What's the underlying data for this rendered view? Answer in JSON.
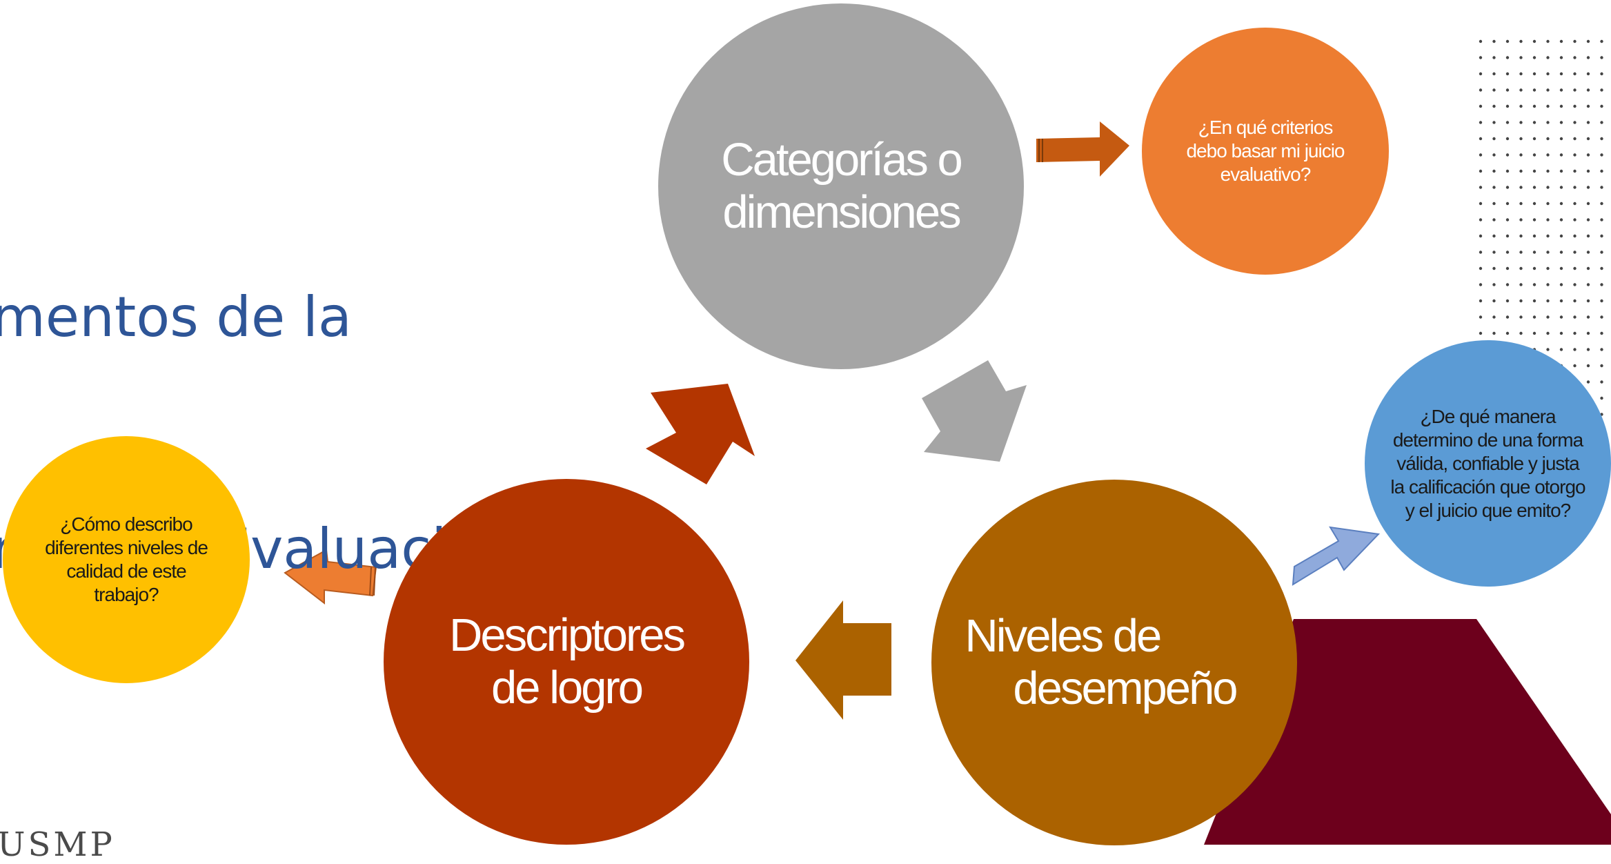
{
  "title": {
    "line1": "mentos de la",
    "line2": "rica de  Evaluación"
  },
  "circles": {
    "categorias": {
      "text": "Categorías o dimensiones",
      "color": "#A5A5A5"
    },
    "descriptores": {
      "text": "Descriptores de logro",
      "color": "#B33500"
    },
    "niveles": {
      "line1": "Niveles de",
      "line2": "desempeño",
      "color": "#AB6200"
    }
  },
  "questions": {
    "criterios": {
      "text": "¿En qué criterios debo basar mi juicio evaluativo?",
      "color": "#ED7D31"
    },
    "manera": {
      "text": "¿De qué manera determino de una forma válida, confiable y justa la calificación que otorgo y el juicio que emito?",
      "color": "#5B9BD5"
    },
    "niveles_calidad": {
      "text": "¿Cómo describo diferentes niveles de calidad de este trabajo?",
      "color": "#FFC000"
    }
  },
  "logo": {
    "text": "USMP"
  },
  "colors": {
    "title": "#2E5597",
    "maroon_shape": "#6D001C",
    "dots": "#444444"
  }
}
